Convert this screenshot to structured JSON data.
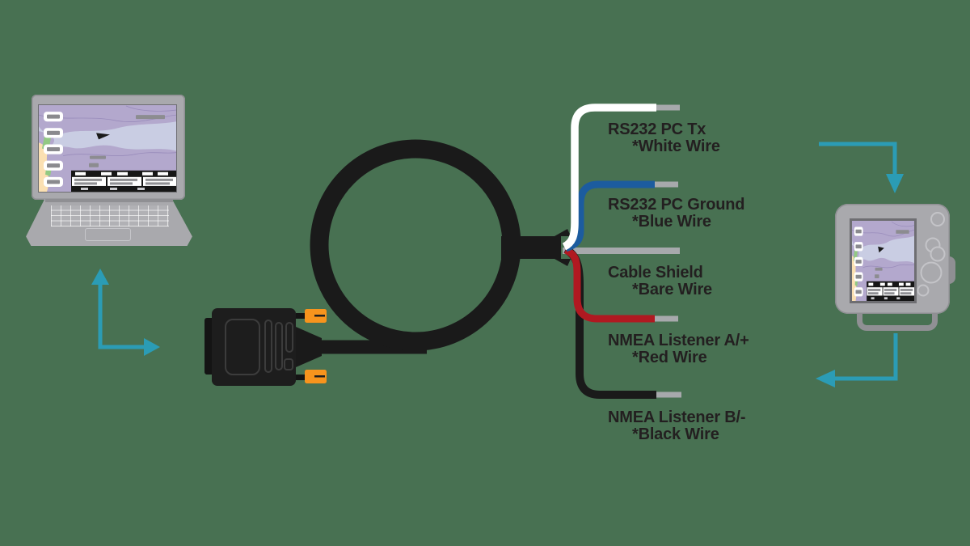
{
  "figure": {
    "type": "serial-cable-wiring-diagram",
    "left_device": "laptop-with-chart-software",
    "center": "coiled-data-cable-with-db9-serial-connector",
    "right_device": "chartplotter-device"
  },
  "wires": [
    {
      "id": "white",
      "label": "RS232 PC Tx",
      "sublabel": "*White Wire",
      "color": "#FFFFFF"
    },
    {
      "id": "blue",
      "label": "RS232 PC Ground",
      "sublabel": "*Blue Wire",
      "color": "#1C5C9F"
    },
    {
      "id": "bare",
      "label": "Cable Shield",
      "sublabel": "*Bare Wire",
      "color": "#A7A9AC"
    },
    {
      "id": "red",
      "label": "NMEA Listener A/+",
      "sublabel": "*Red Wire",
      "color": "#B01921"
    },
    {
      "id": "black",
      "label": "NMEA Listener B/-",
      "sublabel": "*Black Wire",
      "color": "#1A1A1A"
    }
  ],
  "palette": {
    "bg": "#487152",
    "teal": "#2B9CB5",
    "cable": "#1A1A1A",
    "orange": "#F7941D",
    "tip": "#A7A9AC",
    "text": "#231F20",
    "gray-body": "#A9A9AD",
    "gray-edge": "#8F8F93",
    "gray-dark": "#6E6E72",
    "wire-white": "#FFFFFF",
    "wire-blue": "#1C5C9F",
    "wire-red": "#B01921",
    "wire-black": "#1A1A1A",
    "wire-bare": "#A7A9AC",
    "map-water": "#C9CDE3",
    "map-land": "#B3A8CD",
    "map-contour": "#998CBB",
    "map-sand": "#FBE0B2",
    "map-green": "#92C983",
    "map-bar": "#8C8C90"
  }
}
